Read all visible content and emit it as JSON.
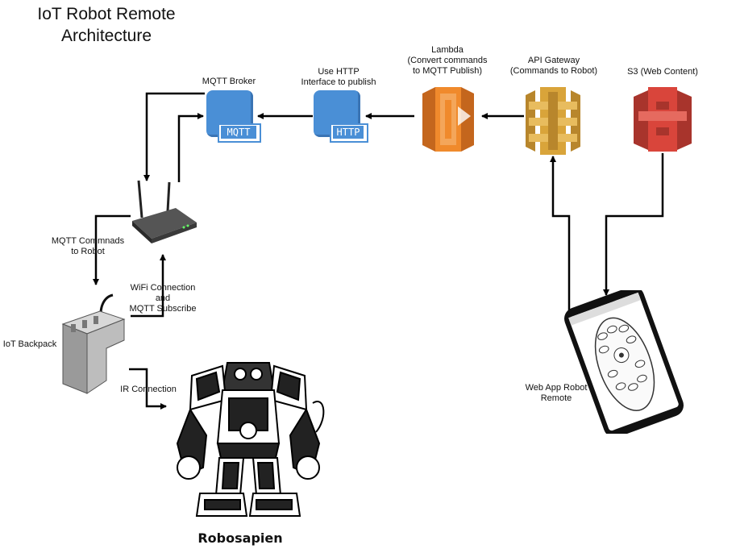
{
  "title": {
    "line1": "IoT Robot Remote",
    "line2": "Architecture"
  },
  "nodes": {
    "mqtt_broker": {
      "label": "MQTT Broker",
      "badge": "MQTT"
    },
    "http": {
      "label_line1": "Use HTTP",
      "label_line2": "Interface to publish",
      "badge": "HTTP"
    },
    "lambda": {
      "label_line1": "Lambda",
      "label_line2": "(Convert commands",
      "label_line3": "to MQTT Publish)"
    },
    "api_gateway": {
      "label_line1": "API Gateway",
      "label_line2": "(Commands to Robot)"
    },
    "s3": {
      "label": "S3 (Web Content)"
    },
    "backpack": {
      "label": "IoT Backpack"
    },
    "robot": {
      "label": "Robosapien"
    },
    "phone": {
      "label_line1": "Web App Robot",
      "label_line2": "Remote"
    }
  },
  "edges": {
    "mqtt_commands": {
      "line1": "MQTT Commnads",
      "line2": "to Robot"
    },
    "wifi": {
      "line1": "WiFi Connection",
      "line2": "and",
      "line3": "MQTT Subscribe"
    },
    "ir": {
      "label": "IR Connection"
    }
  },
  "colors": {
    "aws_blue": "#4a8fd6",
    "lambda_orange": "#f08a2c",
    "api_gold": "#d9a43a",
    "s3_red": "#d9453b",
    "arrow": "#000000"
  }
}
